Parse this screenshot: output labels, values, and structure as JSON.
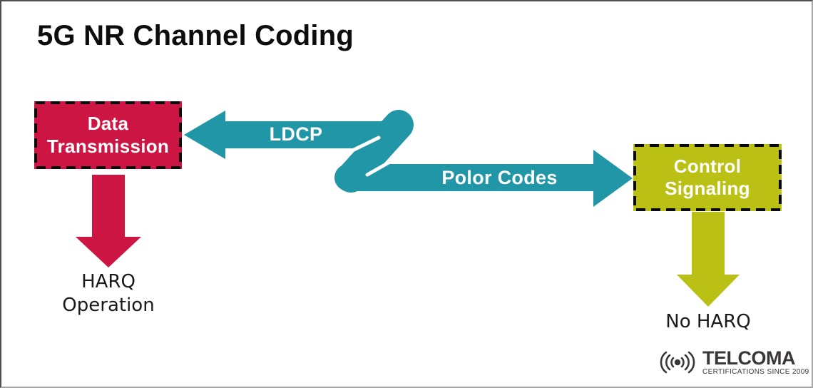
{
  "title": "5G NR Channel Coding",
  "colors": {
    "crimson": "#cd1543",
    "teal": "#2196a7",
    "lime": "#bbc015",
    "ink": "#0d0d0d",
    "label-dark": "#1a1a1a",
    "logo-gray": "#3b3737",
    "frame-border-dark": "#4f4f4f",
    "frame-border-light": "#a6a6a6"
  },
  "nodes": {
    "data_transmission": {
      "label": "Data\nTransmission"
    },
    "control_signaling": {
      "label": "Control\nSignaling"
    }
  },
  "arrows": {
    "ldcp": {
      "label": "LDCP",
      "direction": "left"
    },
    "polar": {
      "label": "Polor Codes",
      "direction": "right"
    }
  },
  "outcomes": {
    "harq": {
      "label": "HARQ\nOperation"
    },
    "no_harq": {
      "label": "No HARQ"
    }
  },
  "logo": {
    "name": "TELCOMA",
    "tagline": "CERTIFICATIONS SINCE 2009",
    "icon": "radio-waves-icon"
  }
}
